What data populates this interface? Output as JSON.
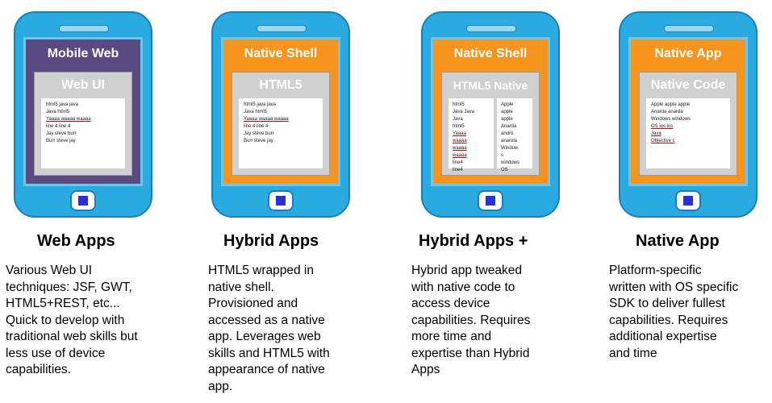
{
  "colors": {
    "phone_body": "#29abe2",
    "web_shell": "#5b4a82",
    "native_shell": "#f7941d",
    "inner_panel": "#d0d0d0",
    "home_button_square": "#2b2fd6"
  },
  "columns": [
    {
      "shell_title": "Mobile Web",
      "inner_title": "Web UI",
      "doc_lines": [
        "html5    java    java",
        "Java    html5",
        "Yaaaa    waaaa    waaaa",
        "line  4  line  4",
        "Jay    steve    burr",
        "Burr    steve    jay"
      ],
      "heading": "Web Apps",
      "description_lines": [
        "Various Web UI",
        "techniques:  JSF, GWT,",
        "HTML5+REST, etc...",
        "Quick to develop with",
        "traditional web skills but",
        "less use of device",
        "capabilities."
      ]
    },
    {
      "shell_title": "Native Shell",
      "inner_title": "HTML5",
      "doc_lines": [
        "html5    java    java",
        "Java    html5",
        "Yaaaa    waaaa    waaaa",
        "line  4  line  4",
        "Jay    steve    burr",
        "Burr    steve    jay"
      ],
      "heading": "Hybrid Apps",
      "description_lines": [
        "HTML5 wrapped in",
        "native shell.",
        "Provisioned  and",
        "accessed as a native",
        "app. Leverages web",
        "skills and HTML5 with",
        "appearance of native",
        "app."
      ]
    },
    {
      "shell_title": "Native Shell",
      "inner_title": "HTML5 Native",
      "doc_left_lines": [
        "html5",
        "Java    Java",
        "Java",
        "html5",
        "Yaaaa",
        "waaaa",
        "waaaa",
        "waaaa",
        "line4",
        "line4"
      ],
      "doc_right_lines": [
        "Apple",
        "apple",
        "apple",
        "Anarda",
        "andro",
        "anarola",
        "Window",
        "s",
        "windows",
        "OS"
      ],
      "heading": "Hybrid Apps +",
      "description_lines": [
        "Hybrid app tweaked",
        "with native code to",
        "access device",
        "capabilities. Requires",
        "more time and",
        "expertise than Hybrid",
        "Apps"
      ]
    },
    {
      "shell_title": "Native App",
      "inner_title": "Native Code",
      "doc_lines": [
        "Apple    apple    apple",
        "Anarda    anarda",
        "Windows    windows",
        "OS    ios    ios",
        "Java",
        "Objective    c"
      ],
      "heading": "Native App",
      "description_lines": [
        "Platform-specific",
        "written with OS specific",
        "SDK to deliver fullest",
        "capabilities. Requires",
        "additional expertise",
        "and time"
      ]
    }
  ]
}
